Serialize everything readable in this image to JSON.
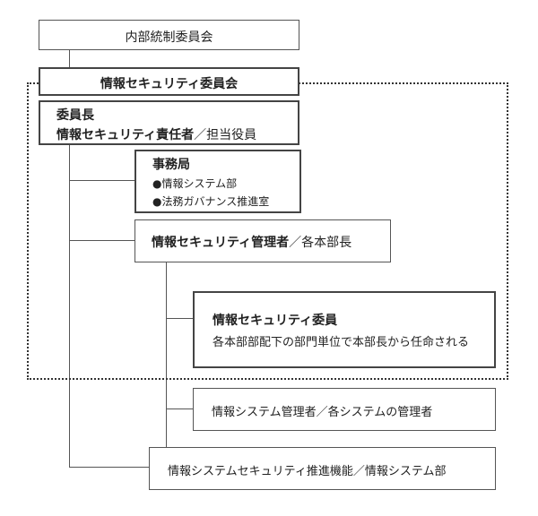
{
  "internal_control": {
    "label": "内部統制委員会"
  },
  "is_committee": {
    "label": "情報セキュリティ委員会"
  },
  "chair": {
    "title": "委員長",
    "role_bold": "情報セキュリティ責任者",
    "role_suffix": "／担当役員"
  },
  "secretariat": {
    "title": "事務局",
    "items": [
      "●情報システム部",
      "●法務ガバナンス推進室"
    ]
  },
  "is_manager": {
    "role_bold": "情報セキュリティ管理者",
    "role_suffix": "／各本部長"
  },
  "is_member": {
    "title": "情報セキュリティ委員",
    "desc": "各本部部配下の部門単位で本部長から任命される"
  },
  "system_manager": {
    "label": "情報システム管理者／各システムの管理者"
  },
  "promotion": {
    "label": "情報システムセキュリティ推進機能／情報システム部"
  }
}
